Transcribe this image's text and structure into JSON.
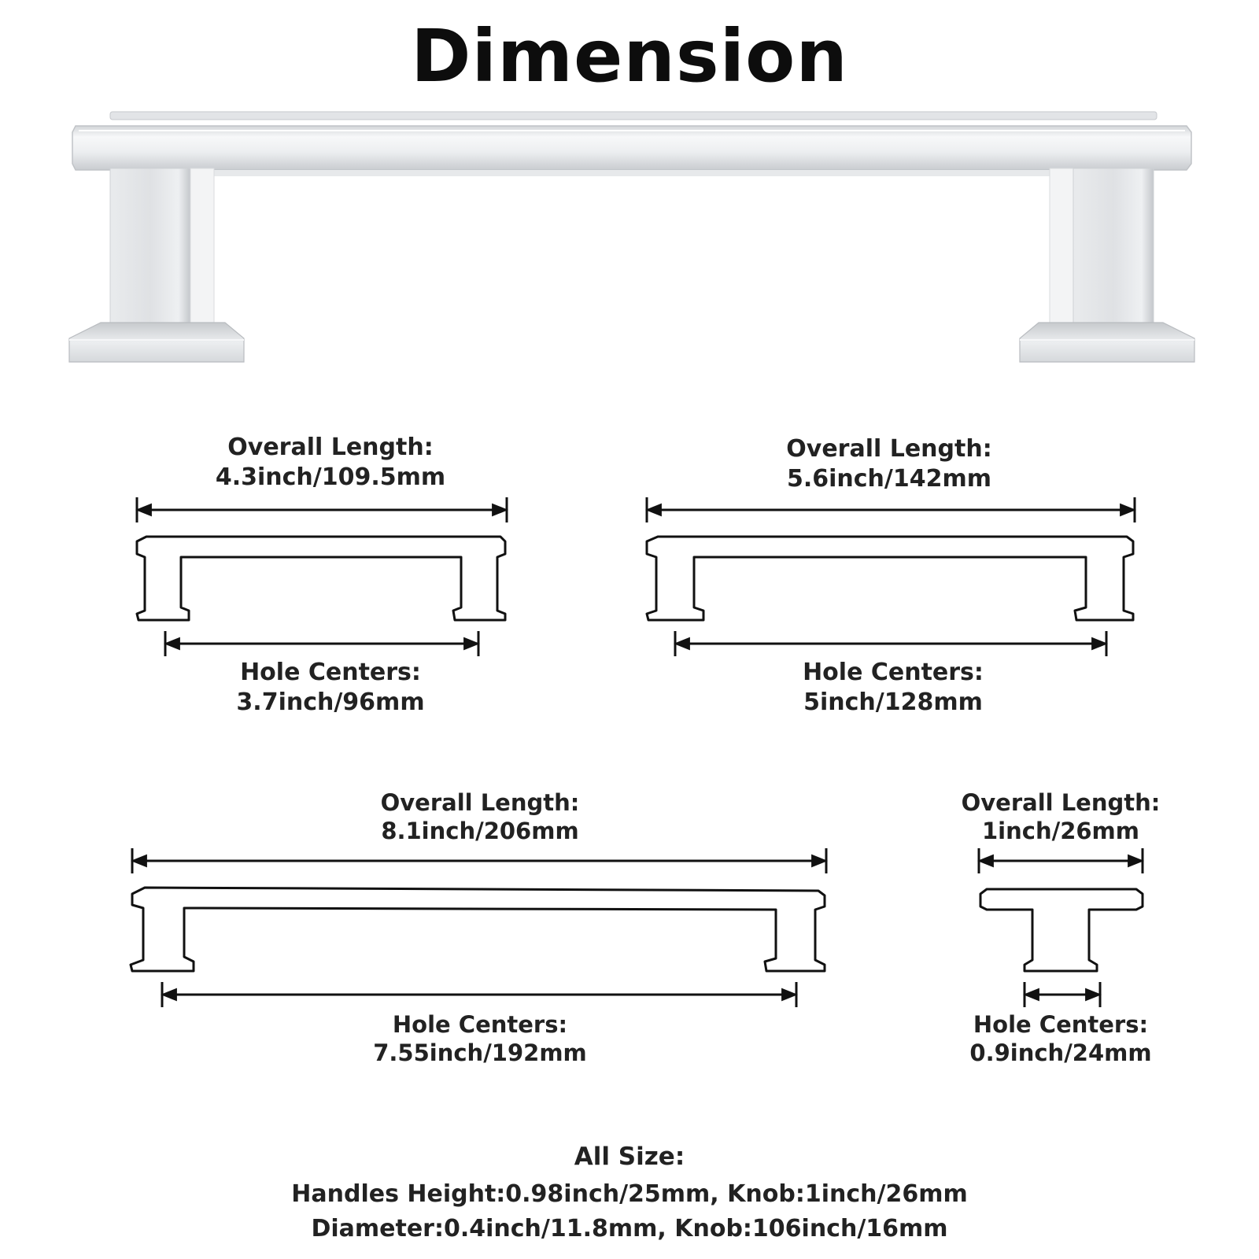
{
  "title": "Dimension",
  "handles": [
    {
      "size": "96mm",
      "overall_length_label": "Overall Length:",
      "overall_length_value": "4.3inch/109.5mm",
      "hole_centers_label": "Hole Centers:",
      "hole_centers_value": "3.7inch/96mm"
    },
    {
      "size": "128mm",
      "overall_length_label": "Overall Length:",
      "overall_length_value": "5.6inch/142mm",
      "hole_centers_label": "Hole Centers:",
      "hole_centers_value": "5inch/128mm"
    },
    {
      "size": "192mm",
      "overall_length_label": "Overall Length:",
      "overall_length_value": "8.1inch/206mm",
      "hole_centers_label": "Hole Centers:",
      "hole_centers_value": "7.55inch/192mm"
    },
    {
      "size": "knob",
      "overall_length_label": "Overall Length:",
      "overall_length_value": "1inch/26mm",
      "hole_centers_label": "Hole Centers:",
      "hole_centers_value": "0.9inch/24mm"
    }
  ],
  "all_size": {
    "heading": "All Size:",
    "line1": "Handles Height:0.98inch/25mm, Knob:1inch/26mm",
    "line2": "Diameter:0.4inch/11.8mm, Knob:106inch/16mm"
  },
  "colors": {
    "outline": "#111111",
    "metal_light": "#f4f5f6",
    "metal_mid": "#dcdee0",
    "metal_dark": "#b8bbbf"
  },
  "icons": {
    "product_photo": "brushed-nickel-handle-icon"
  }
}
